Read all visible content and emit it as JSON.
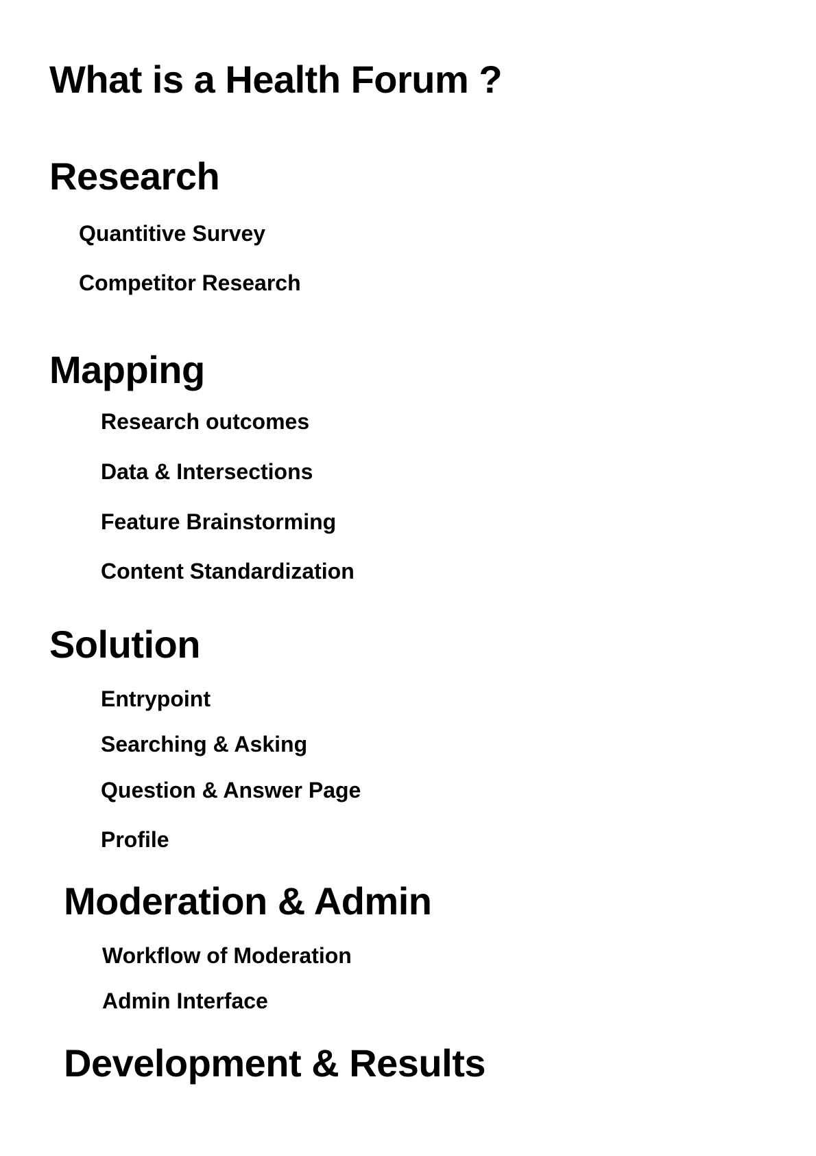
{
  "sections": [
    {
      "title": "What is a Health Forum ?",
      "items": []
    },
    {
      "title": "Research",
      "items": [
        "Quantitive Survey",
        "Competitor Research"
      ]
    },
    {
      "title": "Mapping",
      "items": [
        "Research outcomes",
        "Data & Intersections",
        "Feature Brainstorming",
        "Content Standardization"
      ]
    },
    {
      "title": "Solution",
      "items": [
        "Entrypoint",
        "Searching & Asking",
        "Question & Answer Page",
        "Profile"
      ]
    },
    {
      "title": "Moderation & Admin",
      "items": [
        "Workflow of Moderation",
        "Admin Interface"
      ]
    },
    {
      "title": "Development & Results",
      "items": []
    }
  ]
}
